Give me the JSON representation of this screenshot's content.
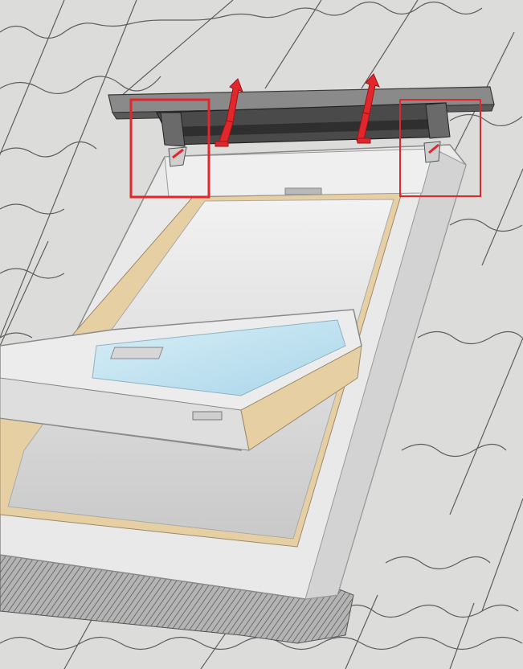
{
  "illustration": {
    "subject": "roof-window-with-blind-installation",
    "callouts": [
      {
        "id": "left-bracket-detail",
        "color": "#e2262b"
      },
      {
        "id": "right-bracket-detail",
        "color": "#e2262b"
      }
    ],
    "colors": {
      "roof": "#dcdcda",
      "tile_line": "#5e5e5e",
      "frame": "#e9e9e9",
      "frame_shadow": "#a8a8a8",
      "wood": "#e7cfa4",
      "glass": "#bfe1ef",
      "blind_housing": "#4a4a4a",
      "blind_housing_light": "#8a8a8a",
      "strap": "#e2262b",
      "flashing": "#8d8d8d"
    },
    "icons": [
      "tile-roof-icon",
      "blind-cassette-icon",
      "bracket-icon",
      "strap-arrow-icon"
    ]
  }
}
